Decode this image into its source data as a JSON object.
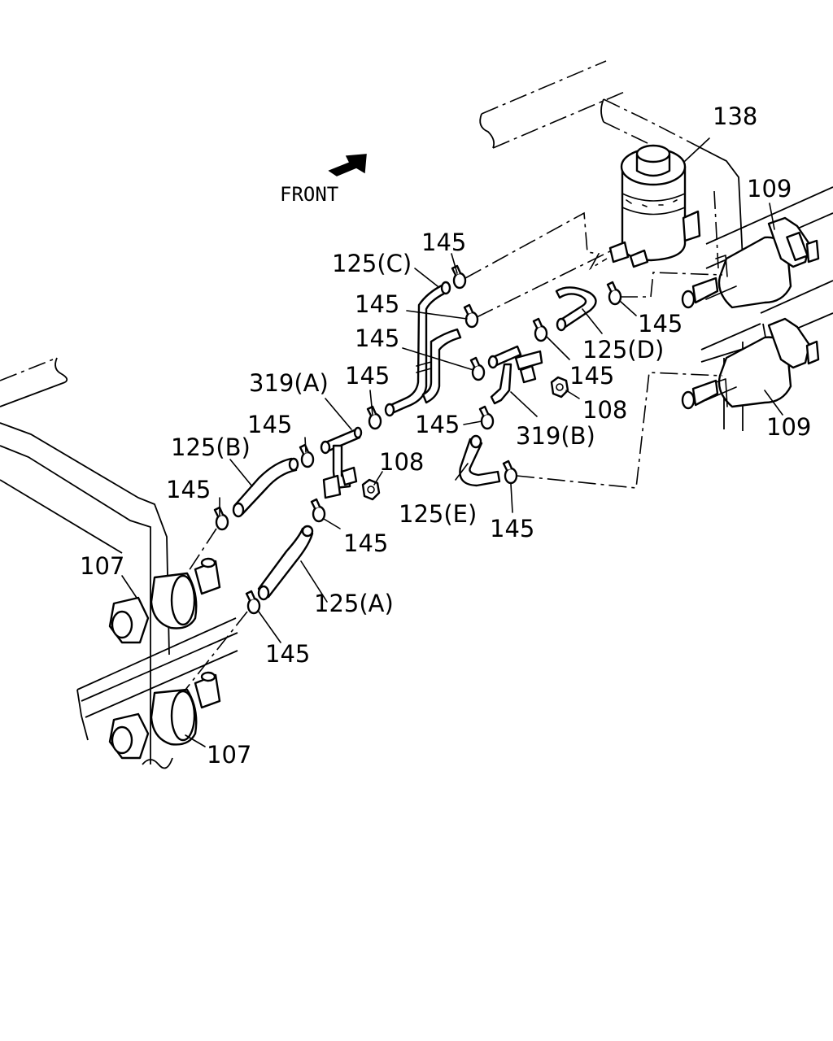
{
  "front_label": "FRONT",
  "labels": {
    "p138": "138",
    "p109_top": "109",
    "p109_bottom": "109",
    "p107_top": "107",
    "p107_bottom": "107",
    "p125A": "125(A)",
    "p125B": "125(B)",
    "p125C": "125(C)",
    "p125D": "125(D)",
    "p125E": "125(E)",
    "p319A": "319(A)",
    "p319B": "319(B)",
    "p108_left": "108",
    "p108_right": "108",
    "p145_1": "145",
    "p145_2": "145",
    "p145_3": "145",
    "p145_4": "145",
    "p145_5": "145",
    "p145_6": "145",
    "p145_7": "145",
    "p145_8": "145",
    "p145_9": "145",
    "p145_10": "145",
    "p145_11": "145",
    "p145_12": "145"
  }
}
